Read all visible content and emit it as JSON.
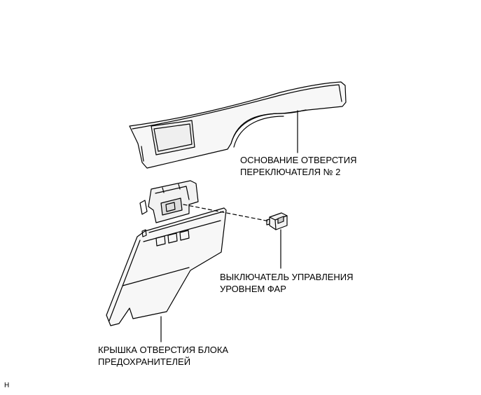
{
  "callouts": {
    "base": {
      "line1": "ОСНОВАНИЕ ОТВЕРСТИЯ",
      "line2": "ПЕРЕКЛЮЧАТЕЛЯ № 2"
    },
    "switch": {
      "line1": "ВЫКЛЮЧАТЕЛЬ УПРАВЛЕНИЯ",
      "line2": "УРОВНЕМ ФАР"
    },
    "cover": {
      "line1": "КРЫШКА ОТВЕРСТИЯ БЛОКА",
      "line2": "ПРЕДОХРАНИТЕЛЕЙ"
    }
  },
  "corner_mark": "H"
}
